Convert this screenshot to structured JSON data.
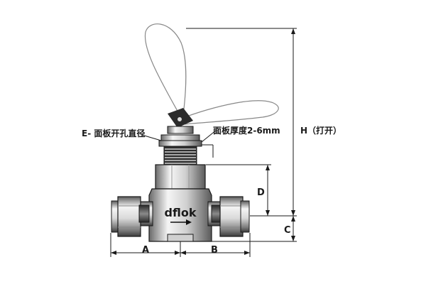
{
  "labels": {
    "panel_hole": "E- 面板开孔直径",
    "panel_thickness": "面板厚度2-6mm",
    "height_open": "H（打开）",
    "dim_d": "D",
    "dim_c": "C",
    "dim_a": "A",
    "dim_b": "B",
    "brand": "dflok"
  },
  "colors": {
    "line": "#1a1a1a",
    "body_dark": "#3a3a3a",
    "body_mid": "#bdbdbd",
    "body_light": "#f2f2f2",
    "handle_ghost": "#888888"
  }
}
